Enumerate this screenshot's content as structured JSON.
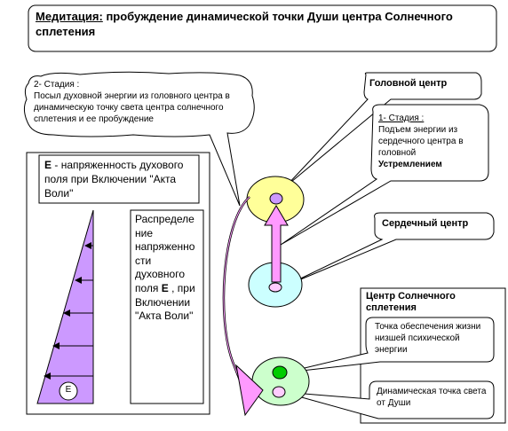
{
  "title": {
    "lead": "Медитация:",
    "rest": "пробуждение динамической точки Души центра Солнечного сплетения"
  },
  "stage2": {
    "heading": "2- Стадия :",
    "text": "Посыл духовной энергии из головного центра в динамическую точку света центра солнечного сплетения и ее пробуждение"
  },
  "head_center": {
    "label": "Головной центр"
  },
  "stage1": {
    "heading": "1- Стадия :",
    "text": "Подъем энергии из сердечного центра в головной",
    "emphasis": "Устремлением"
  },
  "heart_center": {
    "label": "Сердечный центр"
  },
  "solar_center": {
    "label": "Центр Солнечного сплетения"
  },
  "life_point": {
    "text": "Точка обеспечения жизни низшей психической энергии"
  },
  "soul_point": {
    "text": "Динамическая точка света от Души"
  },
  "tension": {
    "symbol": "E",
    "text": "- напряженность духового поля при Включении \"Акта Воли\""
  },
  "distribution": {
    "text_1": "Распределе ние напряженно сти духовного поля",
    "symbol": "E",
    "text_2": ", при Включении \"Акта Воли\""
  },
  "triangle_label": "E",
  "colors": {
    "head_fill": "#ffff99",
    "heart_fill": "#ccffff",
    "solar_fill": "#ccffcc",
    "arrow_pink": "#ff99ff",
    "triangle_purple": "#cc99ff",
    "node_violet": "#cc99ff",
    "node_green": "#00cc00"
  }
}
